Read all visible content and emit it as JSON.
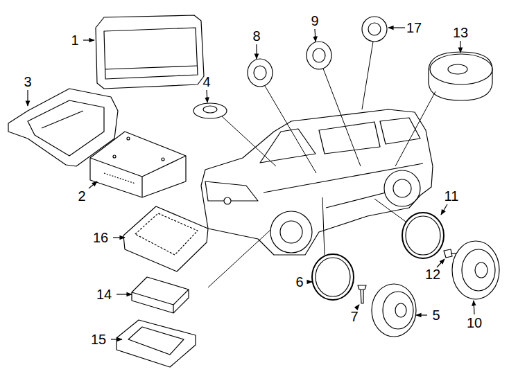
{
  "diagram": {
    "labels": [
      "1",
      "3",
      "8",
      "9",
      "17",
      "13",
      "4",
      "2",
      "11",
      "16",
      "12",
      "6",
      "14",
      "7",
      "5",
      "10",
      "15"
    ]
  }
}
